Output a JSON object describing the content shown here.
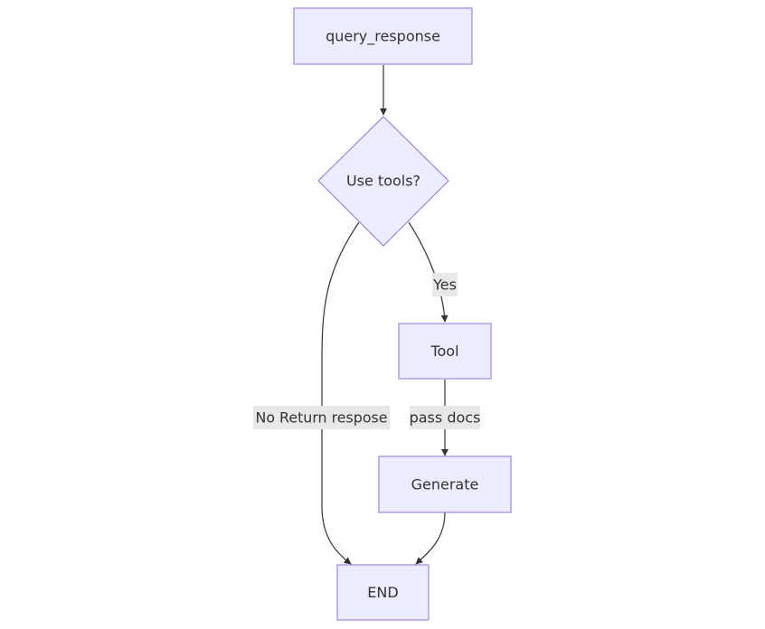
{
  "diagram": {
    "nodes": {
      "query_response": {
        "label": "query_response"
      },
      "use_tools": {
        "label": "Use tools?"
      },
      "tool": {
        "label": "Tool"
      },
      "generate": {
        "label": "Generate"
      },
      "end": {
        "label": "END"
      }
    },
    "edges": {
      "use_tools_to_tool": {
        "label": "Yes"
      },
      "tool_to_generate": {
        "label": "pass docs"
      },
      "use_tools_to_end": {
        "label": "No Return respose"
      }
    },
    "colors": {
      "node_fill": "#ECECFF",
      "node_border": "#9370DB",
      "edge": "#333333",
      "edge_label_bg": "#E8E8E8",
      "text": "#333333"
    }
  }
}
